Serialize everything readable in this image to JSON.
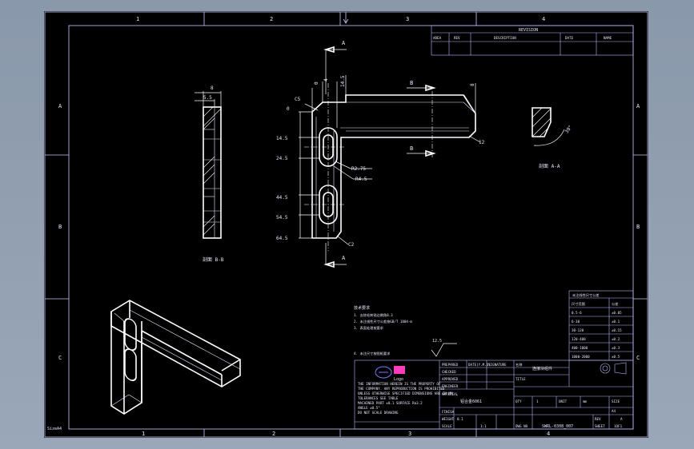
{
  "sheet": {
    "zone_cols_top": [
      "1",
      "2",
      "3",
      "4"
    ],
    "zone_cols_bottom": [
      "1",
      "2",
      "3",
      "4"
    ],
    "zone_rows": [
      "A",
      "B",
      "C"
    ],
    "size_label": "SizeA4"
  },
  "revision": {
    "title": "REVISION",
    "headers": [
      "AREA",
      "REV",
      "DESCRIPTION",
      "DATE",
      "NAME"
    ]
  },
  "views": {
    "section_left": "剖面 B-B",
    "section_right": "剖面 A-A",
    "cut_a": "A",
    "cut_b": "B"
  },
  "dims": {
    "b_left": "8",
    "b_left2": "5.5",
    "top_0": "0",
    "top_0b": "0",
    "top_4": "4",
    "top_145": "14.5",
    "right_8": "8",
    "c5": "C5",
    "c2": "C2",
    "v0": "0",
    "v145": "14.5",
    "v245": "24.5",
    "v445": "44.5",
    "v545": "54.5",
    "v645": "64.5",
    "r275": "R2.75",
    "r45": "R4.5",
    "ang": "30°",
    "tip": "12"
  },
  "notes": {
    "title": "技术要求",
    "lines": [
      "1. 去除毛刺锐边倒角0.3",
      "2. 未注线性尺寸公差按GB/T 1804-m",
      "3. 表面处理按要求"
    ],
    "footer": "4. 未注尺寸按图纸要求",
    "roughness": "12.5"
  },
  "tolerance": {
    "title": "未注线性尺寸公差",
    "headers": [
      "尺寸范围",
      "公差"
    ],
    "rows": [
      [
        "0.5-6",
        "±0.05"
      ],
      [
        "6-30",
        "±0.1"
      ],
      [
        "30-120",
        "±0.15"
      ],
      [
        "120-400",
        "±0.2"
      ],
      [
        "400-1000",
        "±0.3"
      ],
      [
        "1000-2000",
        "±0.5"
      ]
    ]
  },
  "titleblock": {
    "logo_text": "Logo",
    "roles": [
      "PREPARED",
      "CHECKED",
      "APPROVED",
      "ENGINEER"
    ],
    "date_labels": [
      "DATE(Y.M.D)",
      "SIGNATURE",
      "MATERIAL"
    ],
    "material_value": "铝合金6061",
    "finish_label": "FINISH",
    "name_label": "名称",
    "name_value": "连接块组件",
    "draw_label": "TITLE",
    "qty_label": "QTY",
    "qty_value": "1",
    "unit_label": "UNIT",
    "unit_value": "mm",
    "scale_label": "SCALE",
    "scale_value": "1:1",
    "dwg_label": "DWG NO",
    "dwg_value": "SWRL-0308_007",
    "rev_label": "REV",
    "rev_value": "A",
    "sheet_label": "SHEET",
    "sheet_value": "1OF1",
    "weight_label": "WEIGHT",
    "weight_value": "0.1",
    "size_label": "SIZE",
    "size_value": "A4",
    "company_lines": [
      "THE INFORMATION HEREIN IS THE PROPERTY OF",
      "THE COMPANY. ANY REPRODUCTION IS PROHIBITED",
      "UNLESS OTHERWISE SPECIFIED DIMENSIONS ARE IN MM",
      "TOLERANCES SEE TABLE",
      "MACHINED PART ±0.1 SURFACE Ra3.2",
      "ANGLE ±0.5°",
      "DO NOT SCALE DRAWING"
    ]
  }
}
